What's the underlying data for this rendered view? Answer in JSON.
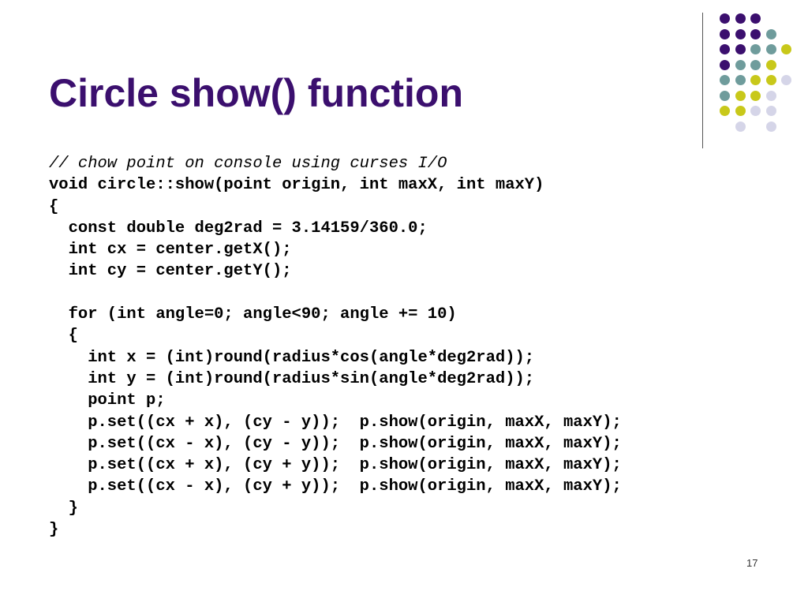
{
  "slide": {
    "title": "Circle show() function",
    "page_number": "17"
  },
  "colors": {
    "title": "#3b0f6e",
    "dot_purple": "#3b0f6e",
    "dot_teal": "#6f9c9c",
    "dot_yellow": "#c8c81a",
    "dot_lavender": "#d5d5e8"
  },
  "decoration": {
    "dot_pattern": [
      [
        "purple",
        "purple",
        "purple",
        "",
        ""
      ],
      [
        "purple",
        "purple",
        "purple",
        "teal",
        ""
      ],
      [
        "purple",
        "purple",
        "teal",
        "teal",
        "yellow"
      ],
      [
        "purple",
        "teal",
        "teal",
        "yellow",
        ""
      ],
      [
        "teal",
        "teal",
        "yellow",
        "yellow",
        "lavender"
      ],
      [
        "teal",
        "yellow",
        "yellow",
        "lavender",
        ""
      ],
      [
        "yellow",
        "yellow",
        "lavender",
        "lavender",
        ""
      ],
      [
        "",
        "lavender",
        "",
        "lavender",
        ""
      ]
    ]
  },
  "code": {
    "lines": [
      "// chow point on console using curses I/O",
      "void circle::show(point origin, int maxX, int maxY)",
      "{",
      "  const double deg2rad = 3.14159/360.0;",
      "  int cx = center.getX();",
      "  int cy = center.getY();",
      "",
      "  for (int angle=0; angle<90; angle += 10)",
      "  {",
      "    int x = (int)round(radius*cos(angle*deg2rad));",
      "    int y = (int)round(radius*sin(angle*deg2rad));",
      "    point p;",
      "    p.set((cx + x), (cy - y));  p.show(origin, maxX, maxY);",
      "    p.set((cx - x), (cy - y));  p.show(origin, maxX, maxY);",
      "    p.set((cx + x), (cy + y));  p.show(origin, maxX, maxY);",
      "    p.set((cx - x), (cy + y));  p.show(origin, maxX, maxY);",
      "  }",
      "}"
    ]
  }
}
